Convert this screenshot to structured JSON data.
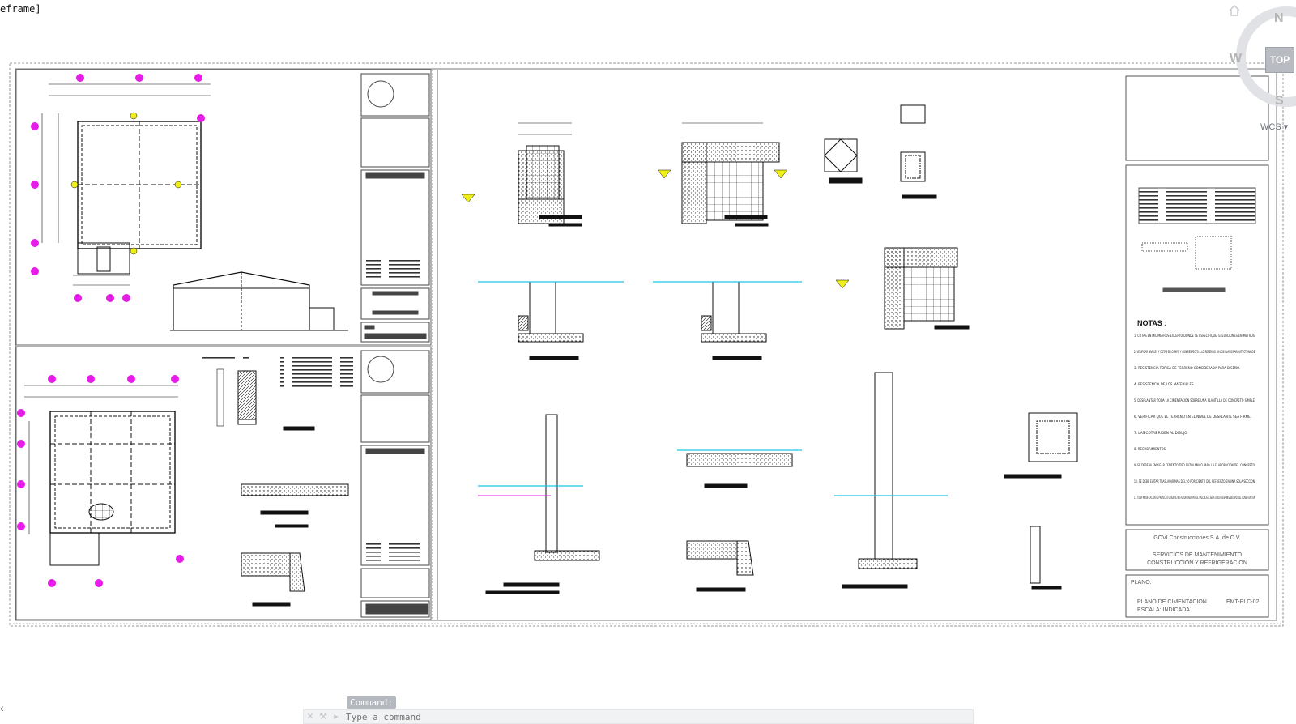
{
  "viewport": {
    "label": "eframe]"
  },
  "nav": {
    "north": "N",
    "west": "W",
    "south": "S",
    "view_button": "TOP",
    "ucs_label": "WCS"
  },
  "command": {
    "label": "Command:",
    "placeholder": "Type a command",
    "cancel_icon": "close-icon",
    "options_icon": "wrench-icon"
  },
  "title_block": {
    "company": "GOVI  Construcciones S.A. de C.V.",
    "service_1": "SERVICIOS  DE  MANTENIMIENTO",
    "service_2": "CONSTRUCCION Y REFRIGERACION",
    "plano_label": "PLANO:",
    "plano_title": "PLANO DE CIMENTACION",
    "plano_code": "EMT-PLC-02",
    "scale": "ESCALA: INDICADA"
  },
  "notes": {
    "heading": "NOTAS :",
    "items": [
      "1. COTAS EN MILIMETROS EXCEPTO DONDE SE ESPECIFIQUE. ELEVACIONES EN METROS.",
      "2. VERIFICAR NIVELES Y COTAS EN CAMPO Y CON RESPECTO A LO REFERIDO EN LOS PLANOS ARQUITECTONICOS.",
      "3. RESISTENCIA TOPICA DE TERRENO CONSIDERADA PARA DISEÑO.",
      "4. RESISTENCIA DE LOS MATERIALES",
      "5. DESPLANTAR TODA LA CIMENTACION SOBRE UNA PLANTILLA DE CONCRETO SIMPLE.",
      "6. VERIFICAR QUE EL TERRENO EN EL NIVEL DE DESPLANTE SEA FIRME.",
      "7. LAS COTAS RIGEN AL DIBUJO.",
      "8. RECUBRIMIENTOS",
      "9. SE DEBERA EMPLEAR CEMENTO TIPO PUZOLANICO PARA LA ELABORACION DEL CONCRETO.",
      "10. SE DEBE EVITAR TRASLAPAR MAS DEL 50 POR CIENTO DEL REFUERZO EN UNA SOLA SECCION.",
      "11. TODA MODIFICACION AL PROYECTO ORIGINAL NO AUTORIZADA POR EL CALCULISTA SERA UNICA RESPONSABILIDAD DEL CONSTRUCTOR."
    ]
  },
  "colors": {
    "magenta": "#e81ce8",
    "yellow": "#f1ef1a",
    "cyan": "#19c7e6",
    "ink": "#111111",
    "frame": "#888888"
  }
}
